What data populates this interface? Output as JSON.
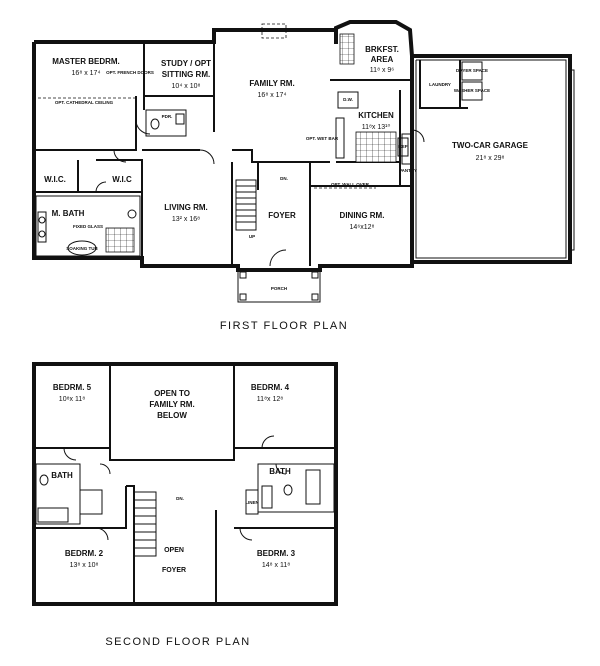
{
  "first_floor": {
    "title": "FIRST FLOOR PLAN",
    "master_bedroom": {
      "name": "MASTER BEDRM.",
      "size": "16⁸ x 17⁴"
    },
    "study": {
      "name": "STUDY / OPT",
      "name2": "SITTING RM.",
      "size": "10⁴ x 10⁸"
    },
    "opt_french_doors": "OPT. FRENCH DOORS",
    "opt_cathedral": "OPT. CATHEDRAL CEILING",
    "family_room": {
      "name": "FAMILY RM.",
      "size": "16⁸ x 17⁴"
    },
    "breakfast": {
      "name": "BRKFST.",
      "name2": "AREA",
      "size": "11⁸ x 9⁶"
    },
    "kitchen": {
      "name": "KITCHEN",
      "size": "11⁸x 13¹⁰"
    },
    "laundry": "LAUNDRY",
    "dryer_space": "DRYER SPACE",
    "washer_space": "WASHER SPACE",
    "pdr": "PDR.",
    "opt_wet_bar": "OPT. WET BAR",
    "dn": "DN.",
    "up": "UP",
    "ref": "REF",
    "dw": "D.W.",
    "pantry": "PANTRY",
    "wic1": "W.I.C.",
    "wic2": "W.I.C",
    "master_bath": "M. BATH",
    "fixed_glass": "FIXED GLASS",
    "soaking_tub": "SOAKING TUB",
    "living_room": {
      "name": "LIVING RM.",
      "size": "13² x 16⁸"
    },
    "foyer": "FOYER",
    "opt_wall_over": "OPT. WALL OVER",
    "dining_room": {
      "name": "DINING RM.",
      "size": "14⁶x12⁸"
    },
    "garage": {
      "name": "TWO-CAR GARAGE",
      "size": "21⁸ x 29⁸"
    },
    "porch": "PORCH"
  },
  "second_floor": {
    "title": "SECOND FLOOR PLAN",
    "bedroom5": {
      "name": "BEDRM. 5",
      "size": "10⁸x 11⁸"
    },
    "open_to_family": {
      "line1": "OPEN TO",
      "line2": "FAMILY RM.",
      "line3": "BELOW"
    },
    "bedroom4": {
      "name": "BEDRM. 4",
      "size": "11⁸x 12⁸"
    },
    "bath_left": "BATH",
    "bath_right": "BATH",
    "dn": "DN.",
    "linen": "LINEN",
    "bedroom2": {
      "name": "BEDRM. 2",
      "size": "13⁸ x 10⁸"
    },
    "open_foyer": {
      "line1": "OPEN",
      "line2": "FOYER"
    },
    "bedroom3": {
      "name": "BEDRM. 3",
      "size": "14⁸ x 11⁸"
    }
  }
}
